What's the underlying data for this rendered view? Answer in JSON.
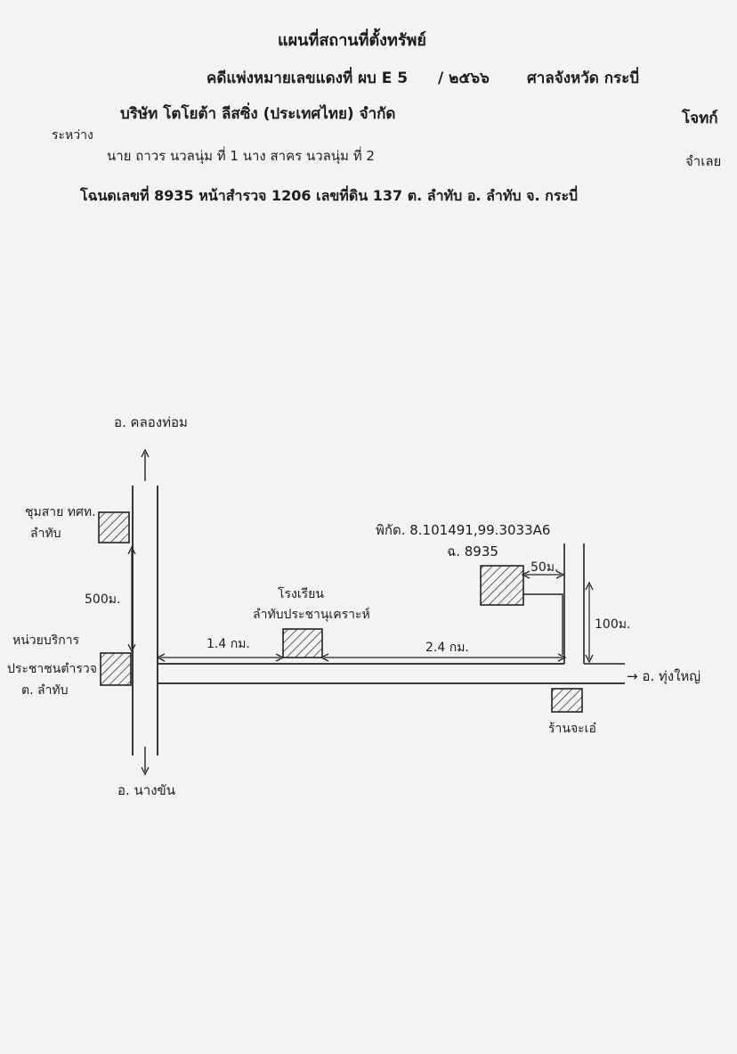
{
  "header": {
    "title": "แผนที่สถานที่ตั้งทรัพย์",
    "case_line": "คดีแพ่งหมายเลขแดงที่ ผบ E 5",
    "case_year": "/ ๒๕๖๖",
    "court": "ศาลจังหวัด กระบี่",
    "plaintiff": "บริษัท โตโยต้า ลีสซิ่ง (ประเทศไทย) จำกัด",
    "plaintiff_role": "โจทก์",
    "between_label": "ระหว่าง",
    "defendants": "นาย ถาวร นวลนุ่ม   ที่ 1   นาง สาคร นวลนุ่ม   ที่ 2",
    "defendant_role": "จำเลย",
    "deed_line": "โฉนดเลขที่ 8935   หน้าสำรวจ 1206  เลขที่ดิน 137  ต. ลำทับ    อ. ลำทับ     จ. กระบี่"
  },
  "map": {
    "north_label": "อ. คลองท่อม",
    "south_label": "อ. นางขัน",
    "east_label": "→ อ. ทุ่งใหญ่",
    "telephone_office": [
      "ชุมสาย ทศท.",
      "ลำทับ"
    ],
    "police_station": [
      "หน่วยบริการ",
      "ประชาชนตำรวจ",
      "ต. ลำทับ"
    ],
    "school": [
      "โรงเรียน",
      "ลำทับประชานุเคราะห์"
    ],
    "shop": "ร้านจะเอ๋",
    "coordinates": "พิกัด. 8.101491,99.3033A6",
    "parcel": "ฉ. 8935",
    "dist_500": "500ม.",
    "dist_1_4": "1.4 กม.",
    "dist_2_4": "2.4 กม.",
    "dist_50": "50ม.",
    "dist_100": "100ม."
  }
}
